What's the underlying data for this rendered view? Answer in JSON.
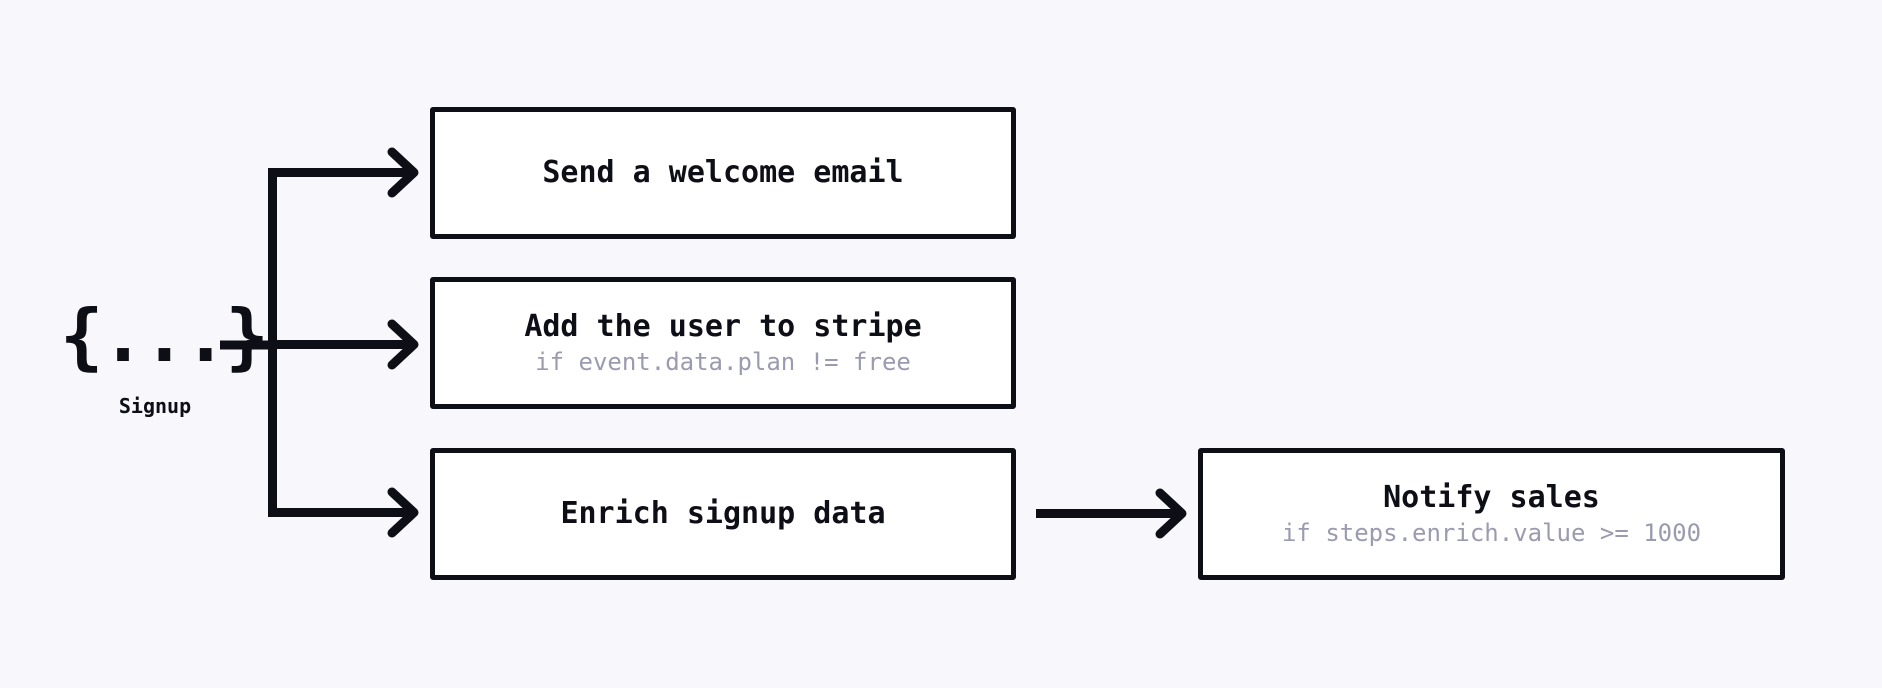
{
  "diagram": {
    "type": "workflow-branching-flowchart",
    "background_color": "#f8f8fc",
    "line_color": "#0e0e17",
    "box_fill_color": "#ffffff",
    "title_text_color": "#0e0e17",
    "condition_text_color": "#9b9bb0"
  },
  "trigger": {
    "glyph": "{...}",
    "icon_name": "json-braces-icon",
    "label": "Signup"
  },
  "steps": [
    {
      "id": "welcome-email",
      "title": "Send a welcome email",
      "condition": ""
    },
    {
      "id": "add-stripe",
      "title": "Add the user to stripe",
      "condition": "if event.data.plan != free"
    },
    {
      "id": "enrich",
      "title": "Enrich signup data",
      "condition": ""
    },
    {
      "id": "notify-sales",
      "title": "Notify sales",
      "condition": "if steps.enrich.value >= 1000"
    }
  ],
  "connections": [
    {
      "from": "Signup",
      "to": "Send a welcome email"
    },
    {
      "from": "Signup",
      "to": "Add the user to stripe"
    },
    {
      "from": "Signup",
      "to": "Enrich signup data"
    },
    {
      "from": "Enrich signup data",
      "to": "Notify sales"
    }
  ]
}
